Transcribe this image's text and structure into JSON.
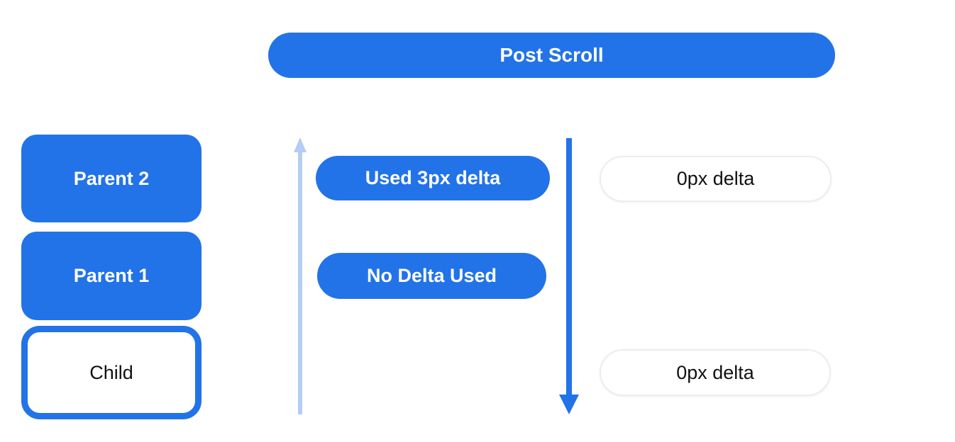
{
  "colors": {
    "primary_blue": "#2273e8",
    "light_blue_arrow": "#b5ccf4",
    "white_pill_border": "#ededed",
    "text_dark": "#111111",
    "text_light": "#ffffff",
    "background": "#ffffff"
  },
  "banner": {
    "label": "Post Scroll"
  },
  "scrollable_stack": {
    "parent2": {
      "label": "Parent 2"
    },
    "parent1": {
      "label": "Parent 1"
    },
    "child": {
      "label": "Child"
    }
  },
  "delta_labels": {
    "used_3px": {
      "label": "Used 3px delta"
    },
    "no_delta": {
      "label": "No Delta Used"
    },
    "zero_top": {
      "label": "0px delta"
    },
    "zero_bottom": {
      "label": "0px delta"
    }
  }
}
